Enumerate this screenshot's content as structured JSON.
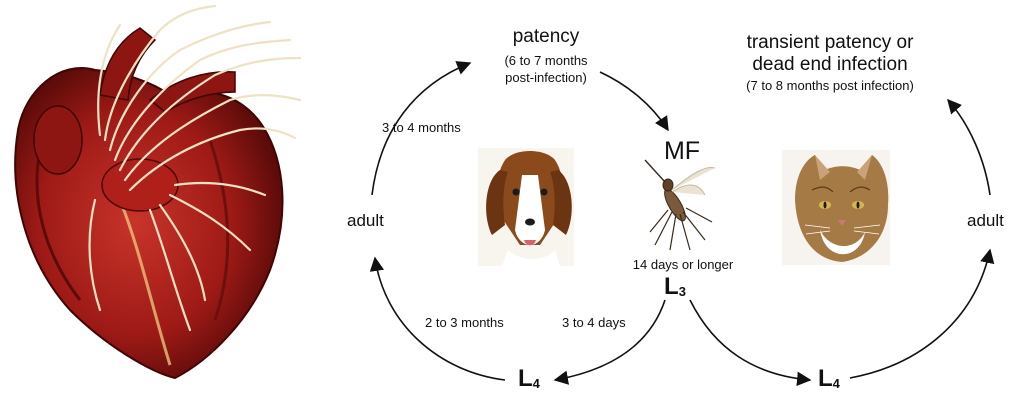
{
  "dog_cycle": {
    "patency": {
      "title": "patency",
      "line1": "(6 to 7 months",
      "line2": "post-infection)"
    },
    "to_patency": "3 to 4 months",
    "adult": "adult",
    "to_adult": "2 to 3 months",
    "to_l4": "3 to 4 days"
  },
  "cat_cycle": {
    "outcome": {
      "line1": "transient patency or",
      "line2": "dead end infection",
      "line3": "(7 to 8 months post infection)"
    },
    "adult": "adult"
  },
  "mosquito": {
    "mf_label": "MF",
    "duration": "14 days or longer"
  },
  "stages": {
    "l3": {
      "letter": "L",
      "number": "3"
    },
    "l4_dog": {
      "letter": "L",
      "number": "4"
    },
    "l4_cat": {
      "letter": "L",
      "number": "4"
    }
  },
  "colors": {
    "heart": "#9e1a16",
    "heart_dark": "#5c0b0a",
    "worm": "#efe2c4",
    "dog_tan": "#a0521e",
    "cat_tan": "#a67a45",
    "arrow": "#111111"
  },
  "icons": [
    "heart-illustration",
    "dog-icon",
    "cat-icon",
    "mosquito-icon"
  ]
}
